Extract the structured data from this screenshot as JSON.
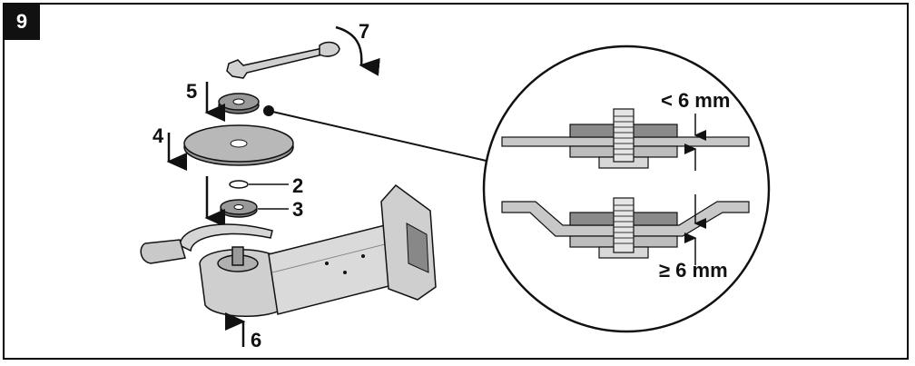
{
  "figure": {
    "step_number": "9"
  },
  "callouts": {
    "c2": "2",
    "c3": "3",
    "c4": "4",
    "c5": "5",
    "c6": "6",
    "c7": "7"
  },
  "detail": {
    "thin_disc_label": "< 6 mm",
    "thick_disc_label": "≥ 6 mm"
  },
  "colors": {
    "outline": "#111111",
    "disc_fill": "#c8c8c8",
    "flange_fill": "#8a8a8a",
    "tool_body": "#d9d9d9"
  }
}
